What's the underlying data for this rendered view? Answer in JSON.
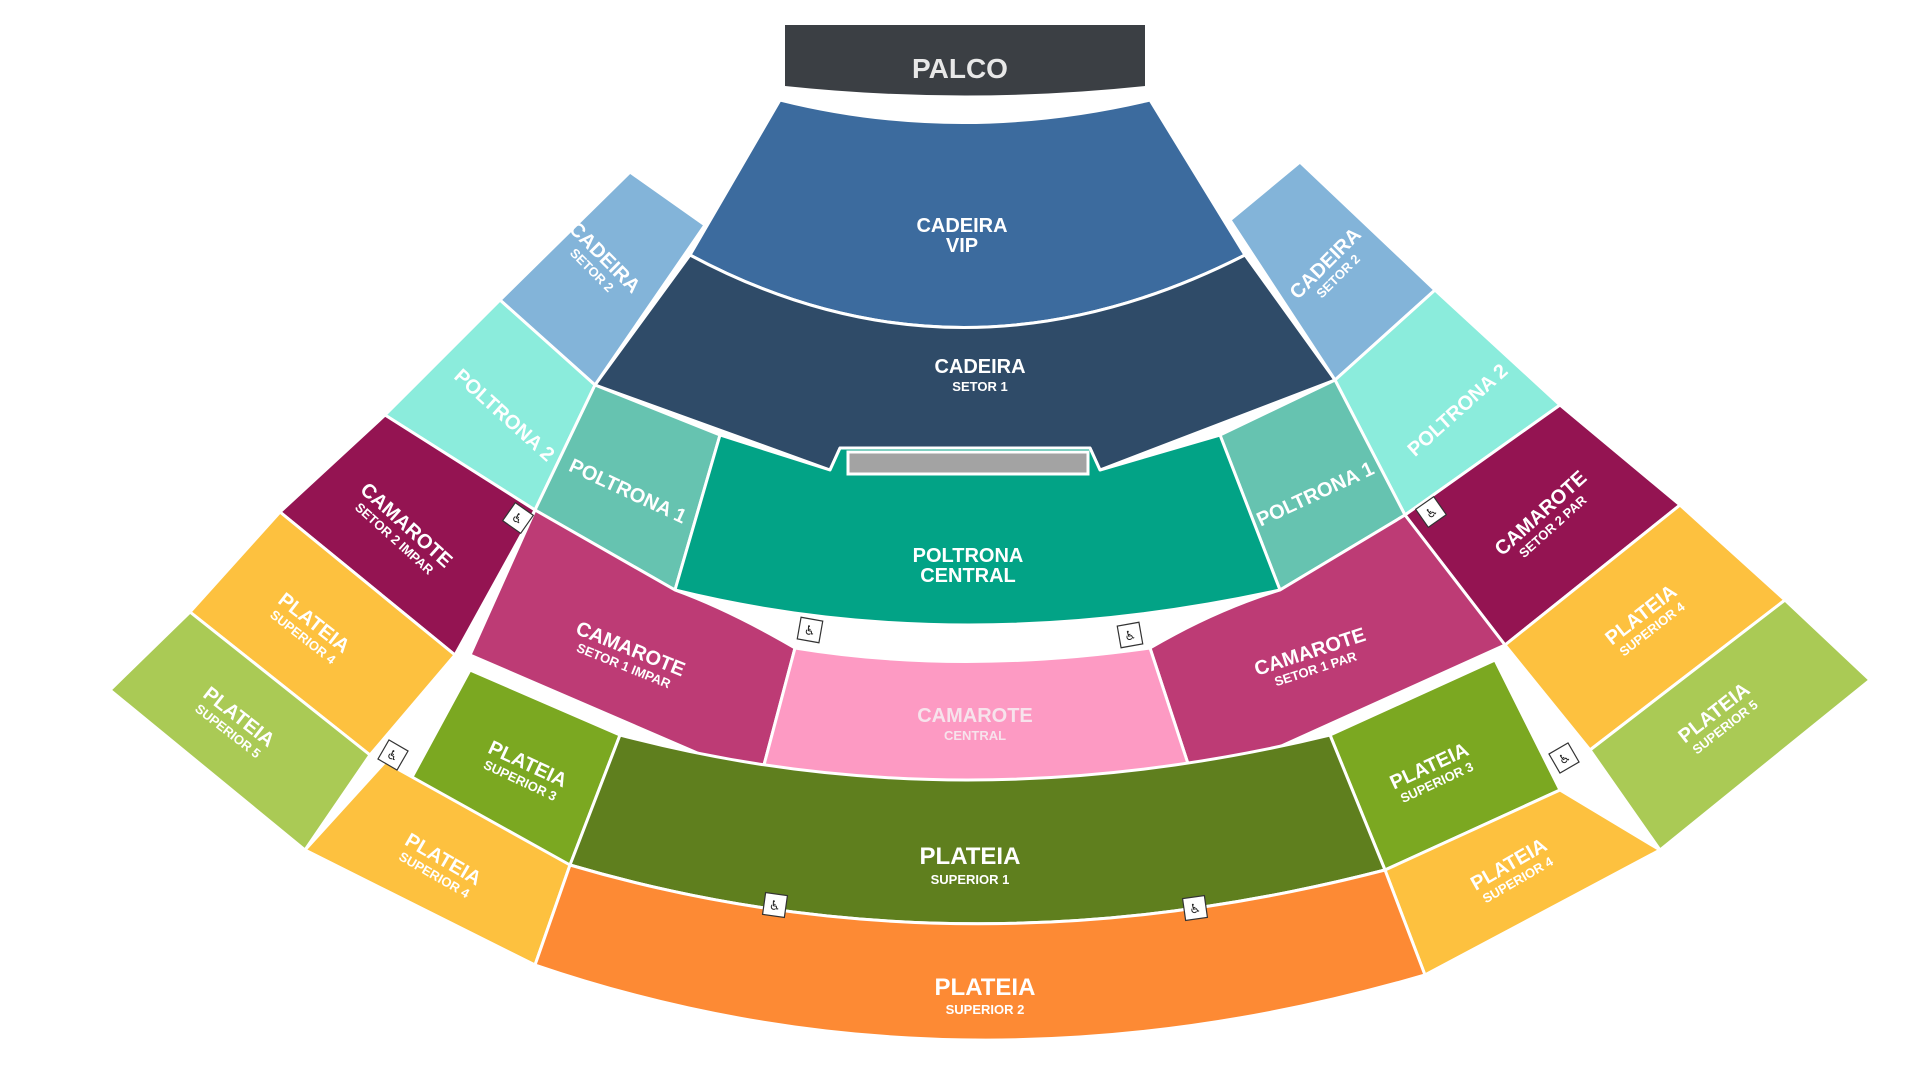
{
  "stage": {
    "label": "PALCO",
    "color": "#3b3f44"
  },
  "accessibility_icon": "wheelchair-icon",
  "accessibility_glyph": "♿",
  "sections": {
    "cadeira_vip": {
      "line1": "CADEIRA",
      "line2": "VIP",
      "color": "#3c6b9e"
    },
    "cadeira_setor1": {
      "line1": "CADEIRA",
      "line2": "SETOR 1",
      "color": "#2f4b68"
    },
    "cadeira_setor2_l": {
      "line1": "CADEIRA",
      "line2": "SETOR 2",
      "color": "#83b4d9"
    },
    "cadeira_setor2_r": {
      "line1": "CADEIRA",
      "line2": "SETOR 2",
      "color": "#83b4d9"
    },
    "poltrona2_l": {
      "line1": "POLTRONA 2",
      "color": "#8becdc"
    },
    "poltrona2_r": {
      "line1": "POLTRONA 2",
      "color": "#8becdc"
    },
    "poltrona1_l": {
      "line1": "POLTRONA 1",
      "color": "#66c3b0"
    },
    "poltrona1_r": {
      "line1": "POLTRONA 1",
      "color": "#66c3b0"
    },
    "poltrona_central": {
      "line1": "POLTRONA",
      "line2": "CENTRAL",
      "color": "#02a386"
    },
    "camarote_s2_impar": {
      "line1": "CAMAROTE",
      "line2": "SETOR 2 IMPAR",
      "color": "#941452"
    },
    "camarote_s2_par": {
      "line1": "CAMAROTE",
      "line2": "SETOR 2 PAR",
      "color": "#941452"
    },
    "camarote_s1_impar": {
      "line1": "CAMAROTE",
      "line2": "SETOR 1 IMPAR",
      "color": "#bd3b75"
    },
    "camarote_s1_par": {
      "line1": "CAMAROTE",
      "line2": "SETOR 1 PAR",
      "color": "#bd3b75"
    },
    "camarote_central": {
      "line1": "CAMAROTE",
      "line2": "CENTRAL",
      "color": "#fd9ac3"
    },
    "plateia_s4_ul": {
      "line1": "PLATEIA",
      "line2": "SUPERIOR 4",
      "color": "#fdc13f"
    },
    "plateia_s4_ur": {
      "line1": "PLATEIA",
      "line2": "SUPERIOR 4",
      "color": "#fdc13f"
    },
    "plateia_s4_ll": {
      "line1": "PLATEIA",
      "line2": "SUPERIOR 4",
      "color": "#fdc13f"
    },
    "plateia_s4_lr": {
      "line1": "PLATEIA",
      "line2": "SUPERIOR 4",
      "color": "#fdc13f"
    },
    "plateia_s5_l": {
      "line1": "PLATEIA",
      "line2": "SUPERIOR 5",
      "color": "#aaca55"
    },
    "plateia_s5_r": {
      "line1": "PLATEIA",
      "line2": "SUPERIOR 5",
      "color": "#aaca55"
    },
    "plateia_s3_l": {
      "line1": "PLATEIA",
      "line2": "SUPERIOR 3",
      "color": "#7ba821"
    },
    "plateia_s3_r": {
      "line1": "PLATEIA",
      "line2": "SUPERIOR 3",
      "color": "#7ba821"
    },
    "plateia_s1": {
      "line1": "PLATEIA",
      "line2": "SUPERIOR 1",
      "color": "#5f7f1e"
    },
    "plateia_s2": {
      "line1": "PLATEIA",
      "line2": "SUPERIOR 2",
      "color": "#fd8a34"
    }
  }
}
